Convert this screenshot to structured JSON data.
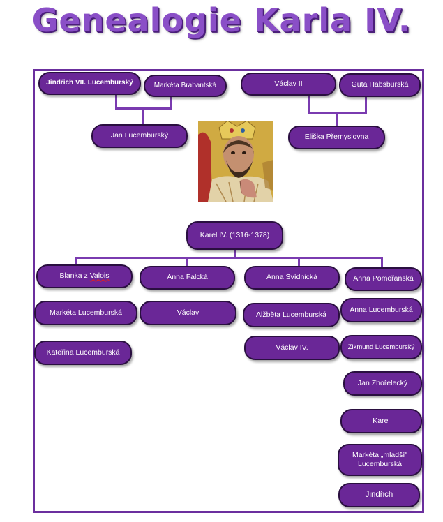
{
  "title": "Genealogie Karla IV.",
  "colors": {
    "node_fill": "#6a2797",
    "line": "#7a3bb0",
    "title": "#8a4fc7"
  },
  "ancestors": {
    "jindrich": "Jindřich VII. Lucemburský",
    "marketa_brabantska": "Markéta Brabantská",
    "vaclav_ii": "Václav II",
    "guta": "Guta Habsburská",
    "jan": "Jan Lucemburský",
    "eliska": "Eliška Přemyslovna"
  },
  "portrait_label": "portrait of Charles IV",
  "karel": "Karel IV. (1316-1378)",
  "wives": {
    "blanka_prefix": "Blanka z ",
    "blanka_valois": "Valois",
    "anna_falcka": "Anna Falcká",
    "anna_svidnicka": "Anna Svídnická",
    "anna_pomoranska": "Anna Pomořanská"
  },
  "children": {
    "blanka": [
      "Markéta Lucemburská",
      "Kateřina Lucemburská"
    ],
    "falcka": [
      "Václav"
    ],
    "svidnicka": [
      "Alžběta Lucemburská",
      "Václav IV."
    ],
    "pomoranska": [
      "Anna Lucemburská",
      "Zikmund Lucemburský",
      "Jan Zhořelecký",
      "Karel",
      "Markéta „mladší\" Lucemburská",
      "Jindřich"
    ]
  }
}
